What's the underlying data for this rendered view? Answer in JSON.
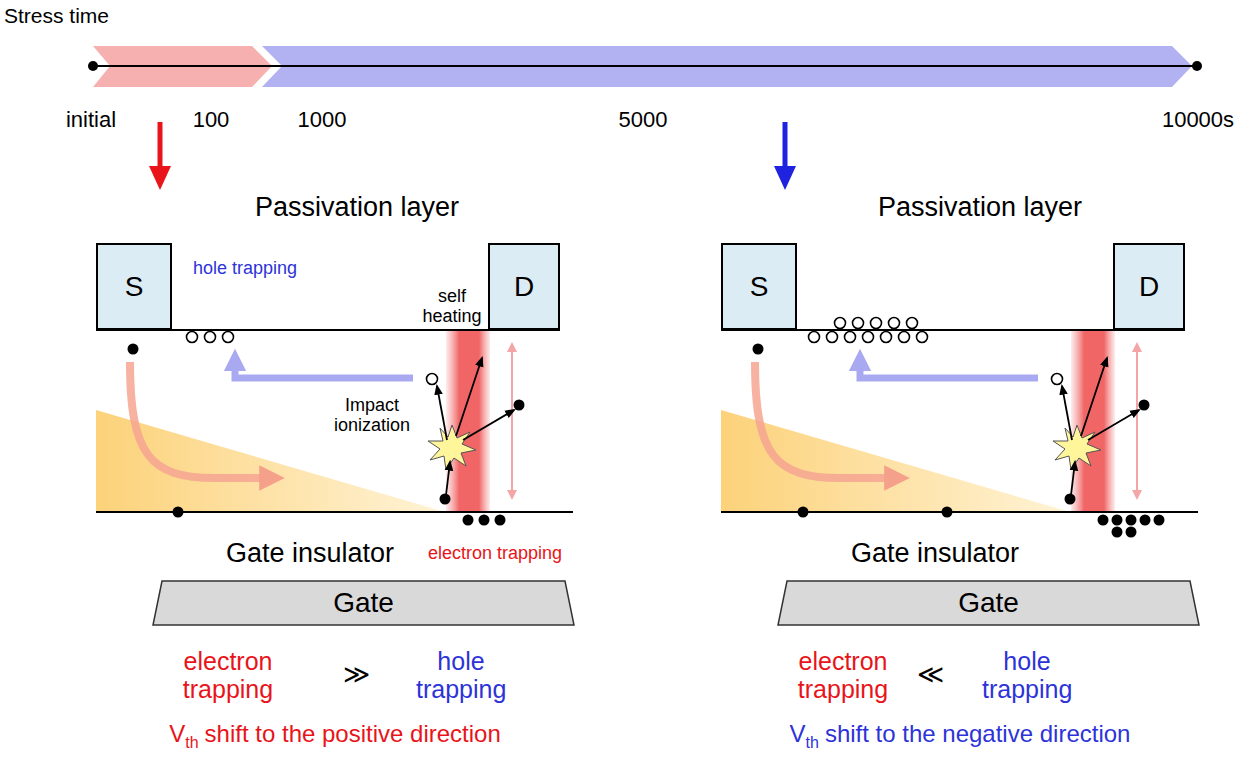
{
  "diagram": {
    "nodes": [
      {
        "text": [
          "S"
        ]
      },
      {
        "text": [
          "D"
        ]
      },
      {
        "text": [
          "Gate"
        ]
      },
      {
        "text": [
          "S"
        ]
      },
      {
        "text": [
          "D"
        ]
      },
      {
        "text": [
          "Gate"
        ]
      }
    ],
    "labels": [
      "Stress time",
      "initial",
      "100",
      "1000",
      "5000",
      "10000s",
      "Passivation layer",
      "hole trapping",
      "self heating",
      "Impact ionization",
      "electron trapping",
      "Gate insulator",
      "electron trapping",
      "≫",
      "hole trapping",
      "V",
      "th",
      "shift to the positive direction",
      "Passivation layer",
      "Gate insulator",
      "electron trapping",
      "≪",
      "hole trapping",
      "V",
      "th",
      "shift to the negative direction"
    ]
  }
}
